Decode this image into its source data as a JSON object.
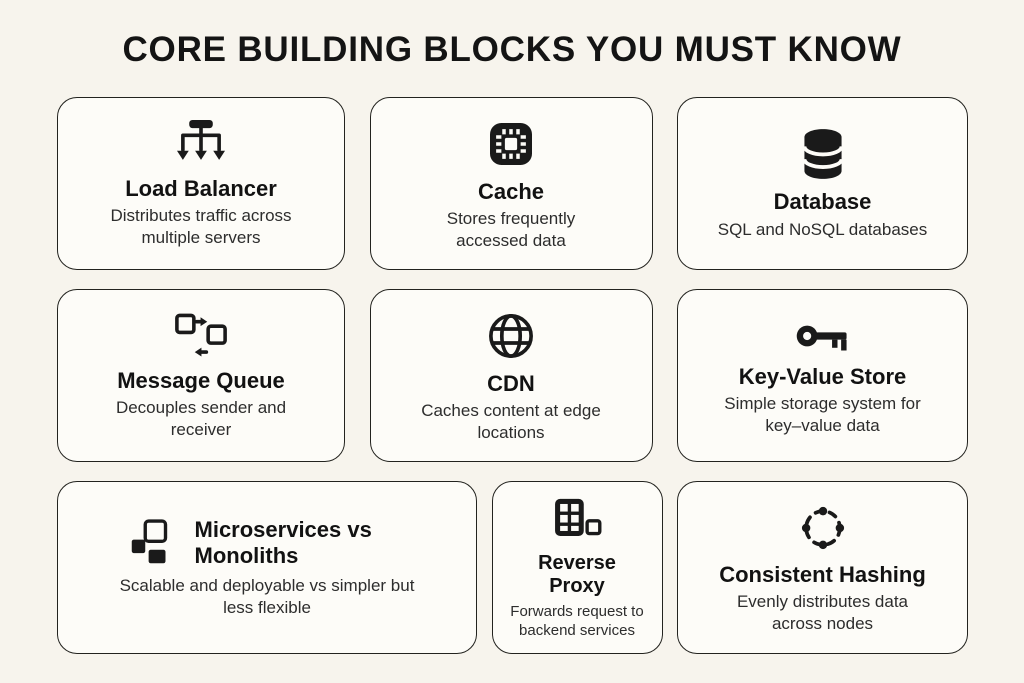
{
  "page": {
    "title": "CORE BUILDING BLOCKS YOU MUST KNOW",
    "colors": {
      "background": "#f7f4ed",
      "card_background": "#fdfcf8",
      "border": "#23231f",
      "ink": "#141414",
      "text": "#2d2d2d"
    }
  },
  "cards": [
    {
      "icon": "load-balancer-icon",
      "title": "Load Balancer",
      "description": "Distributes traffic across multiple servers"
    },
    {
      "icon": "cache-icon",
      "title": "Cache",
      "description": "Stores frequently accessed data"
    },
    {
      "icon": "database-icon",
      "title": "Database",
      "description": "SQL and NoSQL databases"
    },
    {
      "icon": "message-queue-icon",
      "title": "Message Queue",
      "description": "Decouples sender and receiver"
    },
    {
      "icon": "cdn-icon",
      "title": "CDN",
      "description": "Caches content at edge locations"
    },
    {
      "icon": "key-value-store-icon",
      "title": "Key-Value Store",
      "description": "Simple storage system for key–value data"
    },
    {
      "icon": "microservices-icon",
      "title": "Microservices vs Monoliths",
      "description": "Scalable and deployable vs simpler but less flexible"
    },
    {
      "icon": "reverse-proxy-icon",
      "title": "Reverse Proxy",
      "description": "Forwards request to backend services"
    },
    {
      "icon": "consistent-hashing-icon",
      "title": "Consistent Hashing",
      "description": "Evenly distributes data across nodes"
    }
  ]
}
